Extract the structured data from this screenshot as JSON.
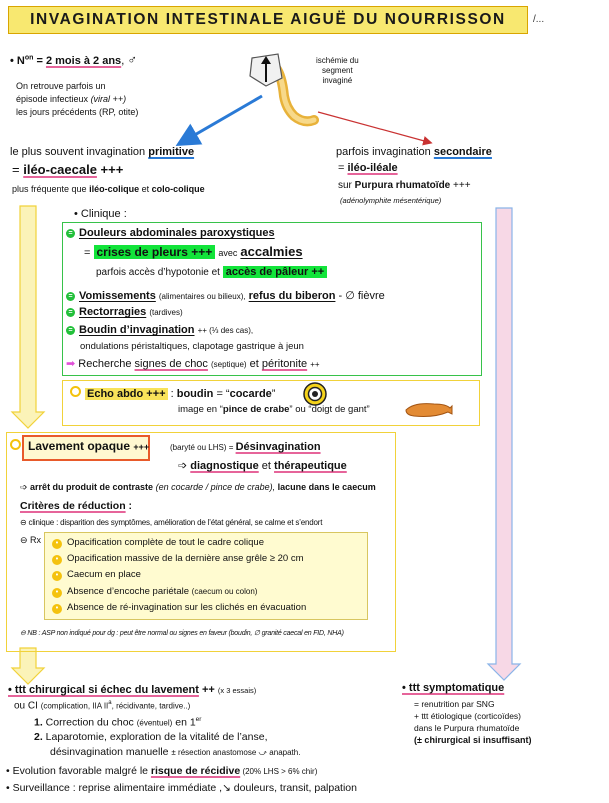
{
  "header": {
    "title": "INVAGINATION INTESTINALE AIGUË DU NOURRISSON",
    "mark": "/..."
  },
  "intro": {
    "age_prefix": "•  N",
    "age_sup": "on",
    "age_eq": " = ",
    "age_range": "2 mois à 2 ans",
    "sex_symbol": "♂",
    "infection_line1": "On retrouve parfois un",
    "infection_line2a": "épisode infectieux ",
    "infection_line2b": "(viral ++)",
    "infection_line3": "les jours précédents (RP, otite)"
  },
  "diagram_label": {
    "line1": "ischémie du",
    "line2": "segment",
    "line3": "invaginé"
  },
  "primary": {
    "intro": "le plus souvent invagination ",
    "type": "primitive",
    "eq": "= ",
    "site": "iléo-caecale",
    "plus": " +++",
    "freq_a": "plus fréquente que ",
    "freq_b": "iléo-colique",
    "freq_c": " et ",
    "freq_d": "colo-colique"
  },
  "secondary": {
    "intro": "parfois invagination ",
    "type": "secondaire",
    "eq": "= ",
    "site": "iléo-iléale",
    "cause_a": "sur ",
    "cause_b": "Purpura rhumatoïde",
    "cause_c": " +++",
    "cause_note": "(adénolymphite mésentérique)"
  },
  "clinique": {
    "title": "•  Clinique :",
    "pain_title": "Douleurs abdominales paroxystiques",
    "eq": "=",
    "cries": "crises de pleurs +++",
    "with": "avec",
    "calm": "accalmies",
    "hypo_a": "parfois accès d’hypotonie et ",
    "pallor": "accès de pâleur ++",
    "vomit_title": "Vomissements",
    "vomit_note": "(alimentaires ou bilieux),",
    "refusal": "refus du biberon",
    "fever": "-  ∅ fièvre",
    "rector_title": "Rectorragies",
    "rector_note": "(tardives)",
    "sausage_title": "Boudin d’invagination",
    "sausage_note": "++ (⅓ des cas),",
    "sausage_line2": "ondulations péristaltiques, clapotage gastrique à jeun",
    "search_arrow": "➡",
    "search_a": "Recherche ",
    "shock": "signes de choc",
    "shock_note": "(septique)",
    "and": "et",
    "peritonitis": "péritonite",
    "peritonitis_plus": "++"
  },
  "echo": {
    "title": "Echo abdo +++",
    "colon": " : ",
    "boudin": "boudin",
    "eq": " = “",
    "cocarde": "cocarde",
    "close": "”",
    "image_a": "image en “",
    "pince": "pince de crabe",
    "image_b": "”  ou  “doigt de gant”"
  },
  "lavement": {
    "title": "Lavement opaque",
    "plus": "+++",
    "note": "(baryté ou LHS) = ",
    "desinv": "Désinvagination",
    "arrow": "➩",
    "diag": "diagnostique",
    "et": " et ",
    "thera": "thérapeutique",
    "stop_a": "➩  ",
    "stop_b": "arrêt du produit de contraste",
    "stop_c": " (en cocarde / pince de crabe), ",
    "stop_d": "lacune dans le caecum",
    "criteria": "Critères de réduction",
    "criteria_colon": " :",
    "clinical": "⊖ clinique : disparition des symptômes, amélioration de l’état général, se calme et s’endort",
    "rx": "⊖ Rx :",
    "rx_items": [
      "Opacification complète de tout le cadre colique",
      "Opacification massive de la dernière anse grêle ≥ 20 cm",
      "Caecum en place",
      "Absence d’encoche pariétale ",
      "Absence de ré-invagination sur les clichés en évacuation"
    ],
    "encoche_note": "(caecum ou colon)",
    "nb": "⊖ NB : ASP non indiqué pour dg : peut être normal ou signes en faveur (boudin, ∅ granité caecal en FID, NHA)"
  },
  "surgery": {
    "title": "•  ttt  chirurgical si échec du lavement",
    "plus": " ++",
    "trials": "(x 3 essais)",
    "ou": "ou  CI ",
    "ci_note": "(complication, IIA II",
    "ci_sup": "a",
    "ci_note2": ", récidivante, tardive..)",
    "step1_n": "1.",
    "step1": " Correction du choc ",
    "step1_note": "(éventuel)",
    "step1_end": " en 1",
    "step1_sup": "er",
    "step2_n": "2.",
    "step2_a": " Laparotomie, exploration de la vitalité de l’anse,",
    "step2_b": "désinvagination manuelle ",
    "step2_note": "± résection anastomose",
    "step2_end": "  ⤻ anapath."
  },
  "symptomatic": {
    "title": "•  ttt  symptomatique",
    "l1": "= renutrition par SNG",
    "l2": "+ ttt étiologique (corticoïdes)",
    "l3": "dans le Purpura rhumatoïde",
    "l4": "(± chirurgical si insuffisant)"
  },
  "footer": {
    "evol_a": "•  Evolution favorable malgré le ",
    "evol_b": "risque de récidive",
    "evol_c": " (20% LHS > 6% chir)",
    "surv": "•  Surveillance :  reprise alimentaire immédiate ,↘ douleurs, transit, palpation"
  },
  "colors": {
    "arrow_blue": "#2a7ad6",
    "green_box": "#37c24a",
    "yellow_box": "#f1d23a",
    "highlight_green": "#12e43a",
    "lavement_border": "#e85a2a"
  }
}
